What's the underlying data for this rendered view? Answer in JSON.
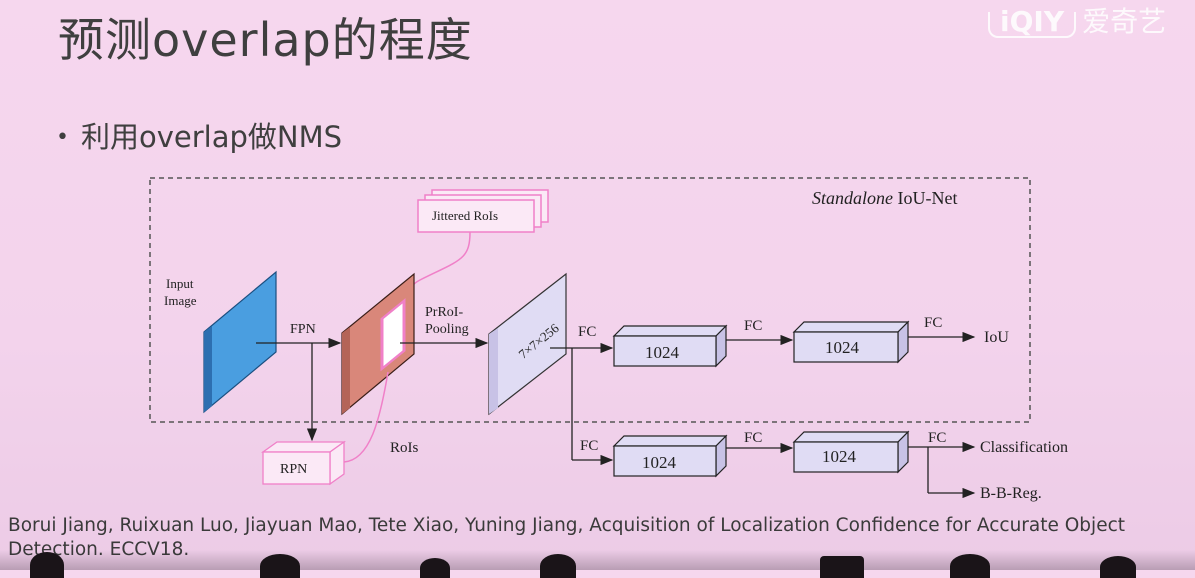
{
  "slide": {
    "title": "预测overlap的程度",
    "bullet": "利用overlap做NMS",
    "watermark": "爱奇艺",
    "watermark_box": "iQIY",
    "citation": "Borui Jiang, Ruixuan Luo, Jiayuan Mao, Tete Xiao, Yuning Jiang, Acquisition of Localization Confidence for Accurate Object Detection. ECCV18."
  },
  "diagram": {
    "standalone_label_italic": "Standalone",
    "standalone_label_rest": " IoU-Net",
    "jittered_rois": "Jittered RoIs",
    "input_image_1": "Input",
    "input_image_2": "Image",
    "fpn": "FPN",
    "prroi_1": "PrRoI-",
    "prroi_2": "Pooling",
    "feat_dim": "7×7×256",
    "fc": "FC",
    "fc_1024": "1024",
    "iou": "IoU",
    "rpn": "RPN",
    "rois": "RoIs",
    "classification": "Classification",
    "bbreg": "B-B-Reg."
  },
  "colors": {
    "input_blue": "#4a9ee0",
    "fpn_red": "#d9877a",
    "pink_box": "#f080c8",
    "feature_lavender": "#e0dcf4"
  }
}
